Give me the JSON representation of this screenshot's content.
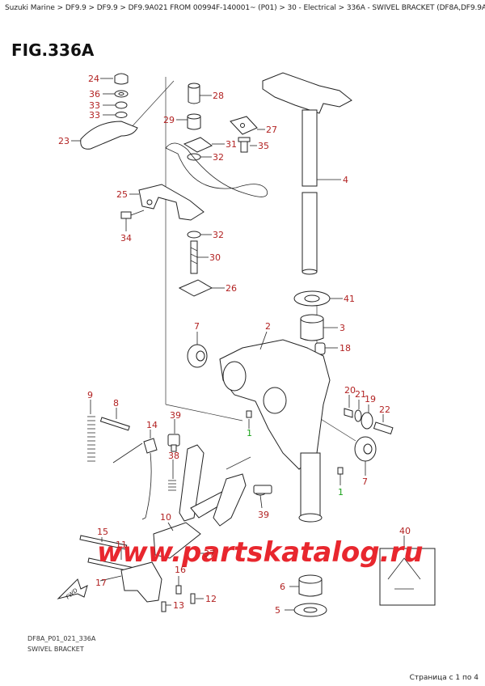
{
  "breadcrumb": {
    "items": [
      "Suzuki Marine",
      "DF9.9",
      "DF9.9",
      "DF9.9A021 FROM 00994F-140001~ (P01)",
      "30 - Electrical",
      "336A - SWIVEL BRACKET (DF8A,DF9.9A)"
    ],
    "separator": " > "
  },
  "figure": {
    "title": "FIG.336A",
    "code": "DF8A_P01_021_336A",
    "caption": "SWIVEL BRACKET"
  },
  "callouts": {
    "c24": "24",
    "c36": "36",
    "c33a": "33",
    "c33b": "33",
    "c28": "28",
    "c29": "29",
    "c27": "27",
    "c23": "23",
    "c31": "31",
    "c35": "35",
    "c32a": "32",
    "c4": "4",
    "c25": "25",
    "c34": "34",
    "c32b": "32",
    "c30": "30",
    "c26": "26",
    "c41": "41",
    "c7a": "7",
    "c2": "2",
    "c3": "3",
    "c18": "18",
    "c9": "9",
    "c8": "8",
    "c20": "20",
    "c21": "21",
    "c19": "19",
    "c22": "22",
    "c1a": "1",
    "c14": "14",
    "c39a": "39",
    "c7b": "7",
    "c38": "38",
    "c1b": "1",
    "c39b": "39",
    "c10": "10",
    "c40": "40",
    "c15": "15",
    "c11": "11",
    "c37": "37",
    "c17": "17",
    "c6": "6",
    "c16": "16",
    "c12": "12",
    "c13": "13",
    "c5": "5"
  },
  "fwd_label": "FWD",
  "watermark": "www.partskatalog.ru",
  "footer": "Страница с 1 по 4",
  "colors": {
    "callout": "#b22222",
    "callout_highlight": "#1aa31a",
    "watermark": "#e8272e"
  }
}
